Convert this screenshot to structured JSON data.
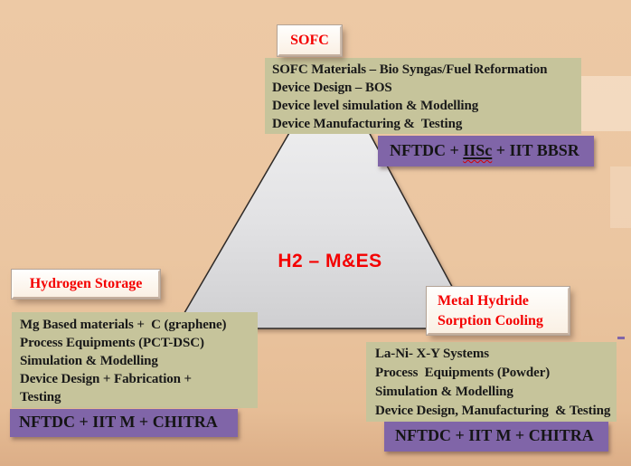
{
  "slide": {
    "center_label": "H2 – M&ES"
  },
  "sofc": {
    "title": "SOFC",
    "items": [
      "SOFC Materials – Bio Syngas/Fuel Reformation",
      "Device Design – BOS",
      "Device level simulation & Modelling",
      "Device Manufacturing &  Testing"
    ],
    "partners_prefix": "NFTDC + ",
    "partners_highlight": "IISc",
    "partners_suffix": " + IIT BBSR"
  },
  "hydrogen_storage": {
    "title": "Hydrogen Storage",
    "items": [
      "Mg Based materials +  C (graphene)",
      "Process Equipments (PCT-DSC)",
      "Simulation & Modelling",
      "Device Design + Fabrication +",
      "Testing"
    ],
    "partners": "NFTDC + IIT M + CHITRA"
  },
  "metal_hydride": {
    "title": "Metal Hydride Sorption Cooling",
    "items": [
      "La-Ni- X-Y Systems",
      "Process  Equipments (Powder)",
      "Simulation & Modelling",
      "Device Design, Manufacturing  & Testing"
    ],
    "partners": "NFTDC + IIT M + CHITRA"
  },
  "colors": {
    "background": "#EBC6A1",
    "panel_khaki": "#C6C49B",
    "badge_purple": "#8065A8",
    "title_red": "#F40000",
    "triangle_light": "#F4F4F5",
    "triangle_dark": "#CFCFD1",
    "text_black": "#191919"
  }
}
